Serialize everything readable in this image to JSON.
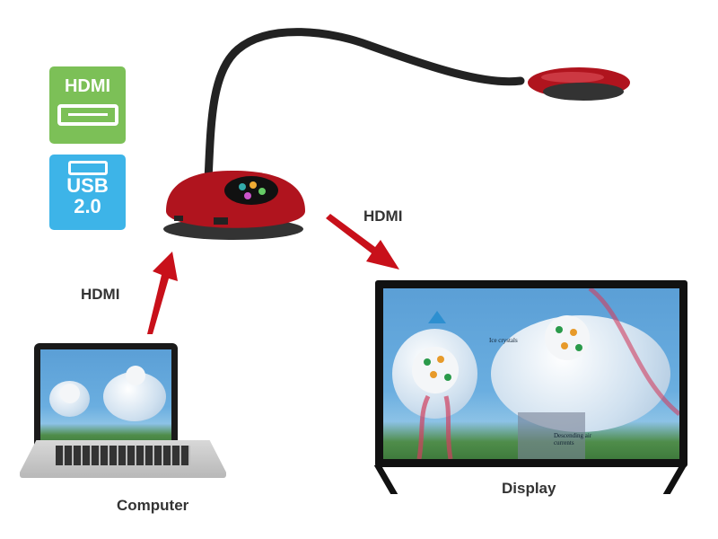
{
  "badges": {
    "hdmi": {
      "label": "HDMI",
      "color": "#7cc057"
    },
    "usb": {
      "label": "USB",
      "version": "2.0",
      "color": "#3db4e8"
    }
  },
  "connections": {
    "computer_to_camera": "HDMI",
    "camera_to_display": "HDMI"
  },
  "devices": {
    "computer": "Computer",
    "display": "Display"
  },
  "scene_labels": {
    "ice_crystals": "Ice crystals",
    "descending": "Descending air currents"
  },
  "colors": {
    "camera_red": "#b0141e",
    "arrow_red": "#c8101a"
  }
}
